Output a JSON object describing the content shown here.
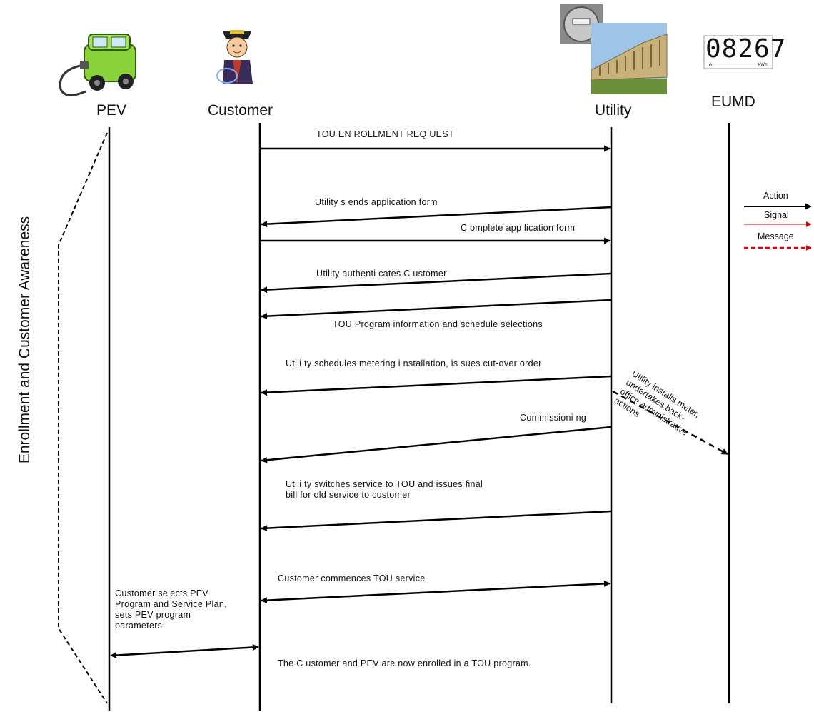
{
  "actors": {
    "pev": "PEV",
    "customer": "Customer",
    "utility": "Utility",
    "eumd": "EUMD"
  },
  "meter_display": {
    "digits": "08267",
    "left_unit": "A",
    "right_unit": "kWh"
  },
  "phase_label": "Enrollment and Customer Awareness",
  "legend": {
    "action": "Action",
    "signal": "Signal",
    "message": "Message"
  },
  "messages": {
    "m1": "TOU EN ROLLMENT REQ UEST",
    "m2": "Utility s ends application form",
    "m3": "C omplete app lication form",
    "m4": "Utility authenti cates C ustomer",
    "m5": "TOU Program information and schedule selections",
    "m6": "Utili ty schedules metering i nstallation, is sues cut-over order",
    "m7": "Commissioni ng",
    "m8": "Utili ty switches service to TOU and issues final\nbill for old service to customer",
    "m9": "Customer commences TOU service",
    "m10": "Customer selects PEV\nProgram and Service Plan,\nsets PEV program\nparameters",
    "m11": "The C ustomer and PEV are now enrolled in a TOU program.",
    "m12": "Utility installs meter,\nundertakes back-\noffice administrative\nactions"
  },
  "icons": {
    "pev": "car-plug-icon",
    "customer": "chauffeur-icon",
    "utility_meter": "electric-meter-icon",
    "utility_building": "utility-building-icon",
    "eumd": "meter-display-icon"
  },
  "colors": {
    "action": "#000000",
    "signal": "#e00000",
    "message": "#e00000",
    "car": "#8bd33a"
  }
}
